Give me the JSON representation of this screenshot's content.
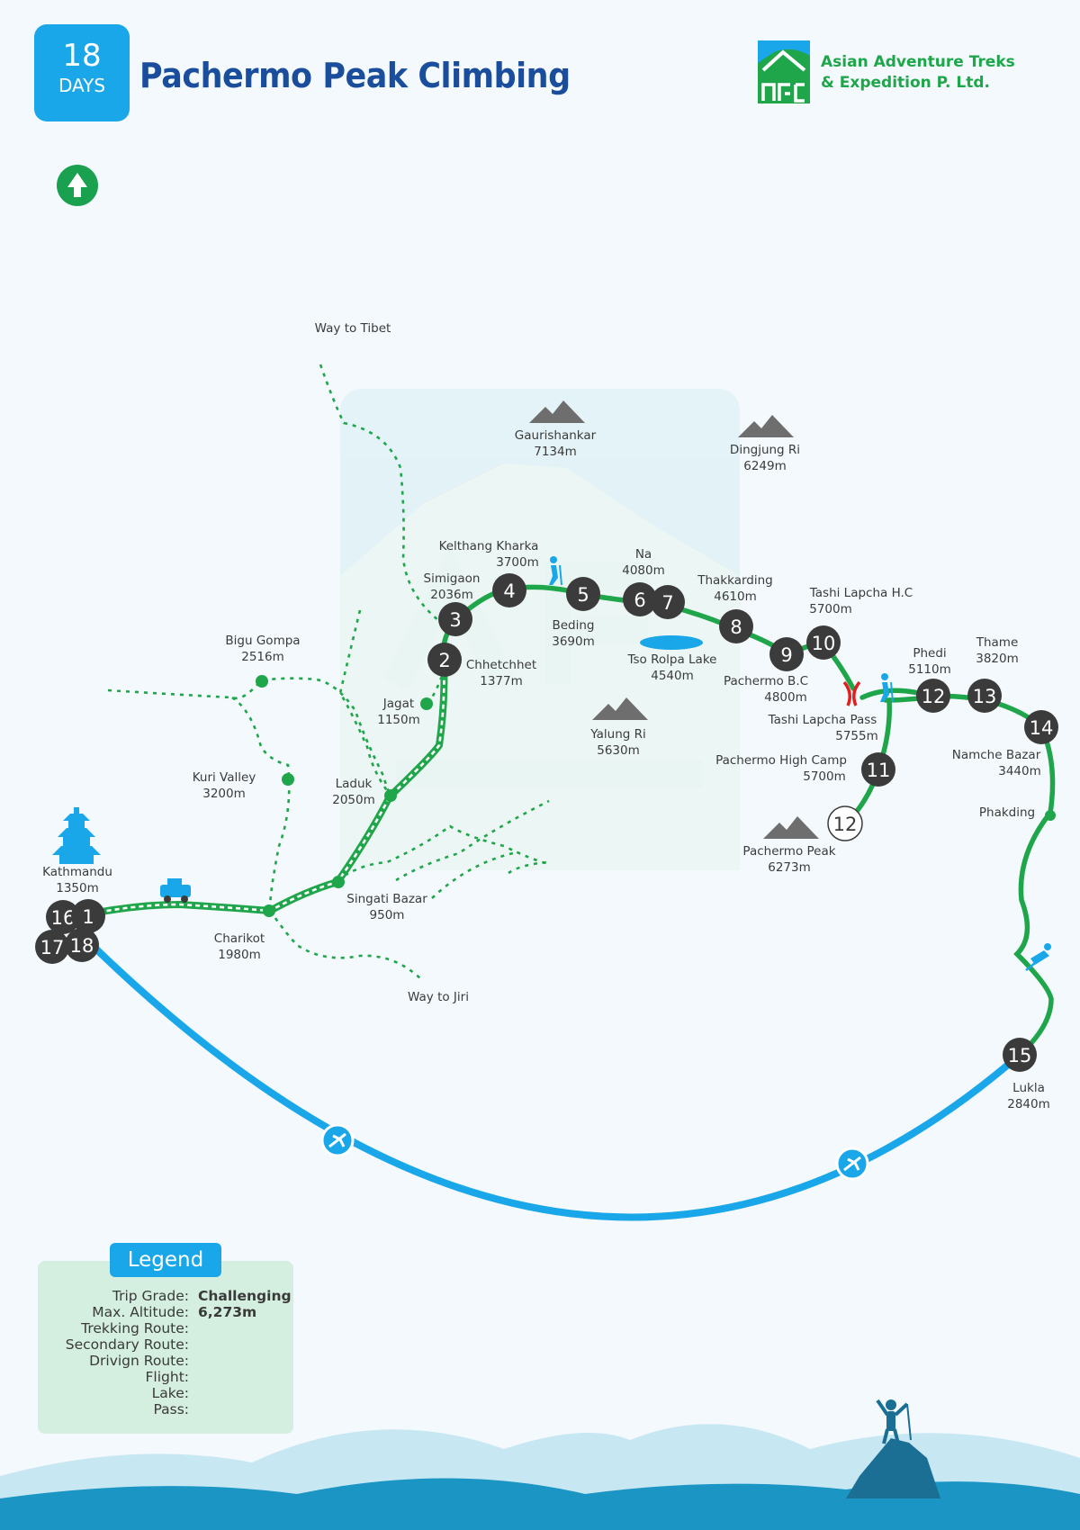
{
  "header": {
    "days_number": "18",
    "days_label": "DAYS",
    "title": "Pachermo Peak Climbing",
    "company_line1": "Asian Adventure Treks",
    "company_line2": "& Expedition P. Ltd."
  },
  "colors": {
    "trek": "#1fa64a",
    "flight": "#19a7ea",
    "marker": "#3b3b3b",
    "title": "#1a4d9c",
    "pass": "#e02020"
  },
  "map_labels": {
    "way_tibet": "Way to Tibet",
    "way_jiri": "Way to Jiri",
    "gaurishankar_name": "Gaurishankar",
    "gaurishankar_alt": "7134m",
    "dingjung_name": "Dingjung Ri",
    "dingjung_alt": "6249m",
    "kelthang_name": "Kelthang Kharka",
    "kelthang_alt": "3700m",
    "na_name": "Na",
    "na_alt": "4080m",
    "thakkarding_name": "Thakkarding",
    "thakkarding_alt": "4610m",
    "tashi_hc_name": "Tashi Lapcha H.C",
    "tashi_hc_alt": "5700m",
    "simigaon_name": "Simigaon",
    "simigaon_alt": "2036m",
    "beding_name": "Beding",
    "beding_alt": "3690m",
    "tso_rolpa_name": "Tso Rolpa Lake",
    "tso_rolpa_alt": "4540m",
    "pachermo_bc_name": "Pachermo B.C",
    "pachermo_bc_alt": "4800m",
    "phedi_name": "Phedi",
    "phedi_alt": "5110m",
    "thame_name": "Thame",
    "thame_alt": "3820m",
    "bigu_name": "Bigu Gompa",
    "bigu_alt": "2516m",
    "chhetchhet_name": "Chhetchhet",
    "chhetchhet_alt": "1377m",
    "jagat_name": "Jagat",
    "jagat_alt": "1150m",
    "yalung_name": "Yalung Ri",
    "yalung_alt": "5630m",
    "tashi_pass_name": "Tashi Lapcha Pass",
    "tashi_pass_alt": "5755m",
    "namche_name": "Namche Bazar",
    "namche_alt": "3440m",
    "kuri_name": "Kuri Valley",
    "kuri_alt": "3200m",
    "laduk_name": "Laduk",
    "laduk_alt": "2050m",
    "high_camp_name": "Pachermo High Camp",
    "high_camp_alt": "5700m",
    "phakding_name": "Phakding",
    "kathmandu_name": "Kathmandu",
    "kathmandu_alt": "1350m",
    "pachermo_peak_name": "Pachermo Peak",
    "pachermo_peak_alt": "6273m",
    "singati_name": "Singati Bazar",
    "singati_alt": "950m",
    "charikot_name": "Charikot",
    "charikot_alt": "1980m",
    "lukla_name": "Lukla",
    "lukla_alt": "2840m"
  },
  "day_markers": {
    "d1": "1",
    "d2": "2",
    "d3": "3",
    "d4": "4",
    "d5": "5",
    "d6": "6",
    "d7": "7",
    "d8": "8",
    "d9": "9",
    "d10": "10",
    "d11": "11",
    "d12_summit": "12",
    "d12": "12",
    "d13": "13",
    "d14": "14",
    "d15": "15",
    "d16": "16",
    "d17": "17",
    "d18": "18"
  },
  "legend": {
    "title": "Legend",
    "trip_grade_label": "Trip Grade:",
    "trip_grade_value": "Challenging",
    "max_alt_label": "Max. Altitude:",
    "max_alt_value": "6,273m",
    "trekking_label": "Trekking Route:",
    "secondary_label": "Secondary Route:",
    "driving_label": "Drivign Route:",
    "flight_label": "Flight:",
    "lake_label": "Lake:",
    "pass_label": "Pass:"
  },
  "icons": {
    "days_badge": "calendar-badge",
    "logo": "mountain-logo-icon",
    "north": "north-arrow-icon",
    "flight": "airplane-icon",
    "drive": "jeep-icon",
    "pass": "pass-icon",
    "trekker": "trekker-icon",
    "mountain": "mountain-icon",
    "temple": "pagoda-icon",
    "climber": "climber-summit-icon"
  }
}
